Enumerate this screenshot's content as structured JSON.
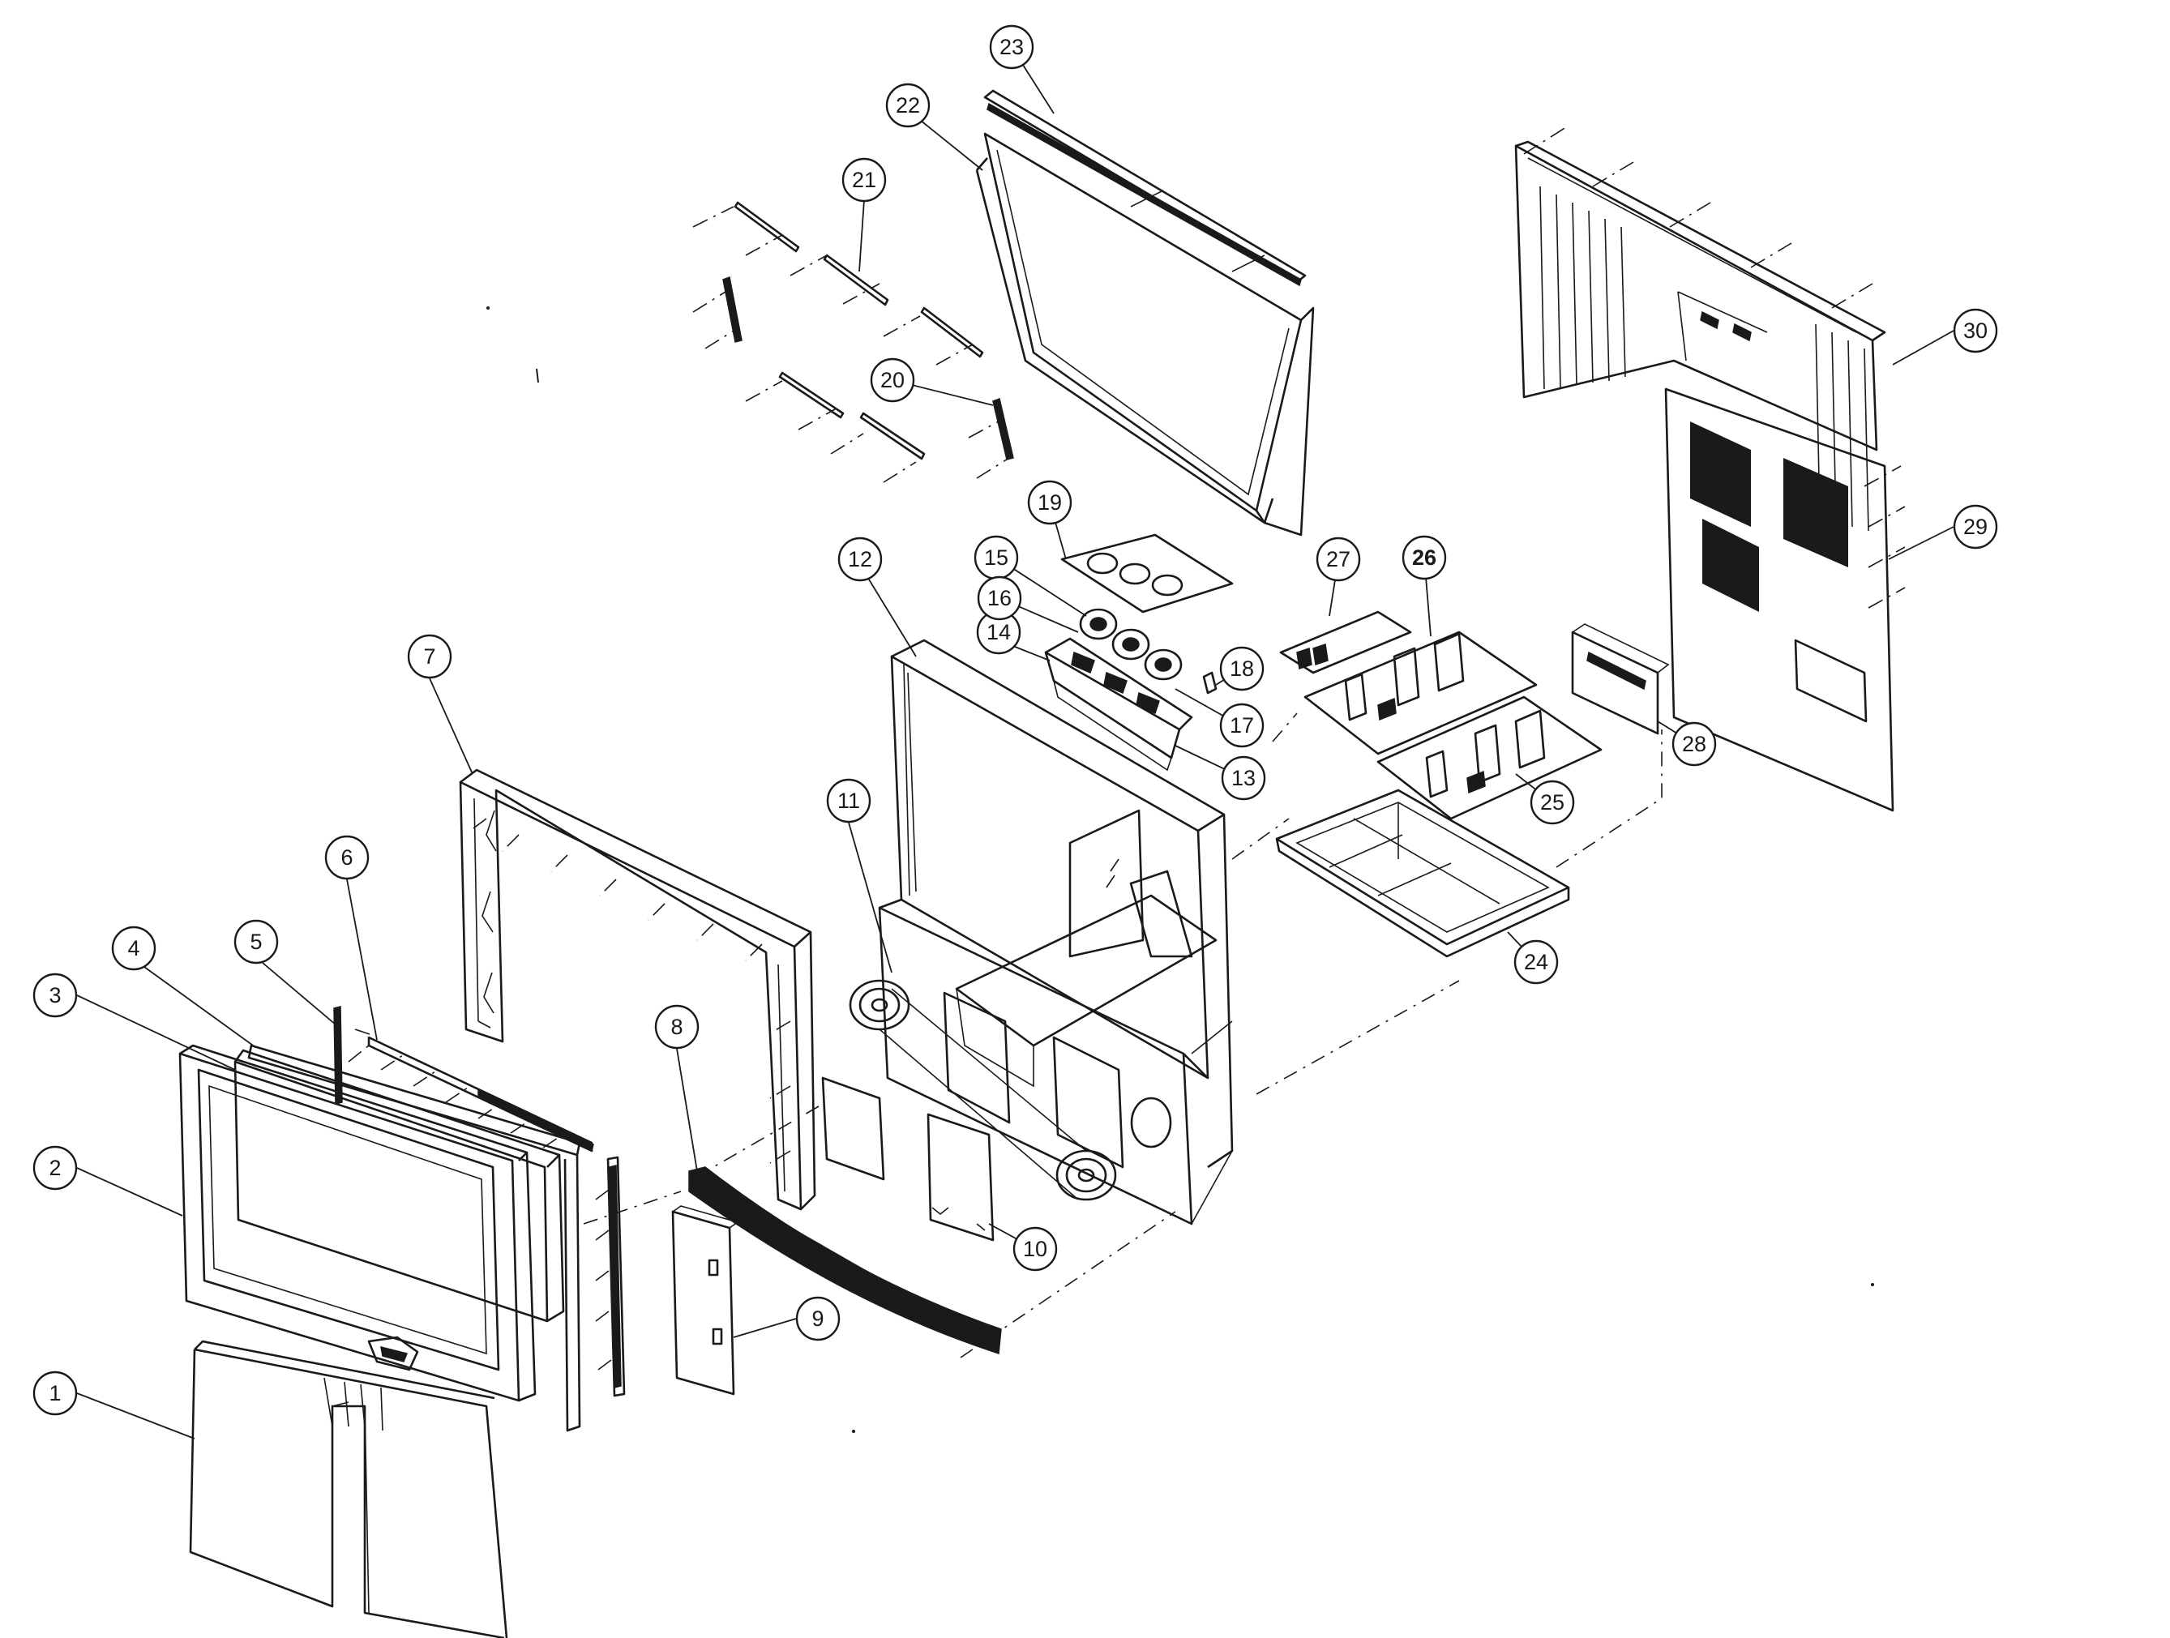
{
  "figure": {
    "type": "exploded-view-parts-diagram",
    "callouts": [
      {
        "label": "1"
      },
      {
        "label": "2"
      },
      {
        "label": "3"
      },
      {
        "label": "4"
      },
      {
        "label": "5"
      },
      {
        "label": "6"
      },
      {
        "label": "7"
      },
      {
        "label": "8"
      },
      {
        "label": "9"
      },
      {
        "label": "10"
      },
      {
        "label": "11"
      },
      {
        "label": "12"
      },
      {
        "label": "13"
      },
      {
        "label": "14"
      },
      {
        "label": "15"
      },
      {
        "label": "16"
      },
      {
        "label": "17"
      },
      {
        "label": "18"
      },
      {
        "label": "19"
      },
      {
        "label": "20"
      },
      {
        "label": "21"
      },
      {
        "label": "22"
      },
      {
        "label": "23"
      },
      {
        "label": "24"
      },
      {
        "label": "25"
      },
      {
        "label": "26"
      },
      {
        "label": "27"
      },
      {
        "label": "28"
      },
      {
        "label": "29"
      },
      {
        "label": "30"
      }
    ]
  }
}
